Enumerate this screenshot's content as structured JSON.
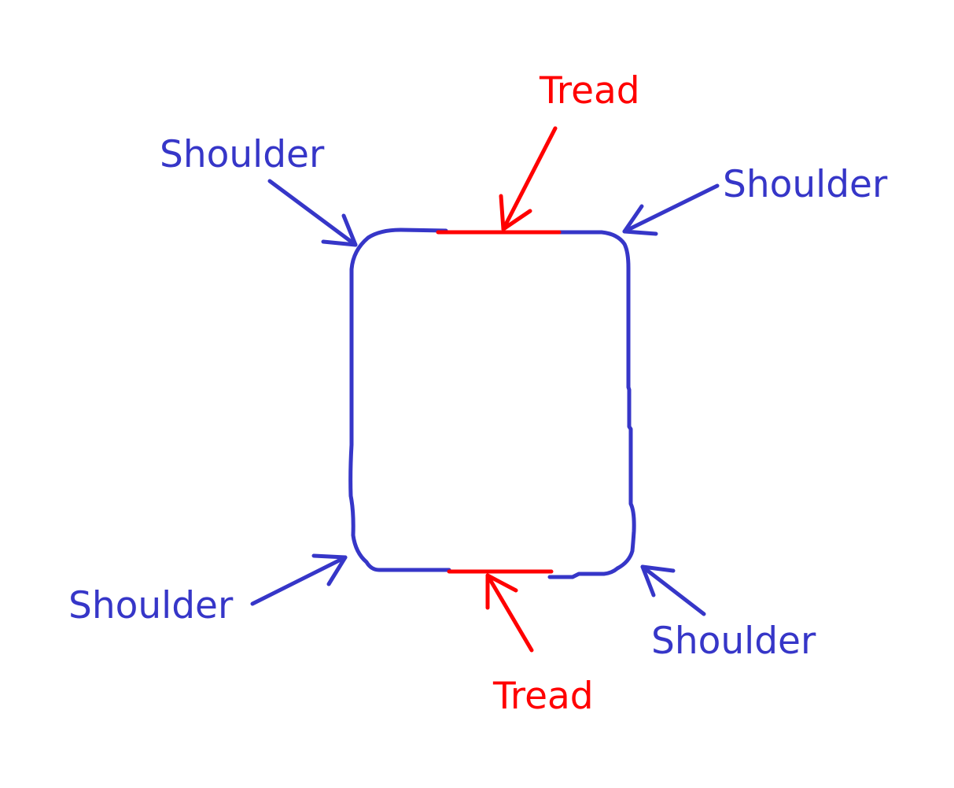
{
  "colors": {
    "shoulder": "#3636c8",
    "tread": "#ff0000",
    "background": "#ffffff"
  },
  "labels": {
    "tread_top": "Tread",
    "tread_bottom": "Tread",
    "shoulder_top_left": "Shoulder",
    "shoulder_top_right": "Shoulder",
    "shoulder_bottom_left": "Shoulder",
    "shoulder_bottom_right": "Shoulder"
  }
}
